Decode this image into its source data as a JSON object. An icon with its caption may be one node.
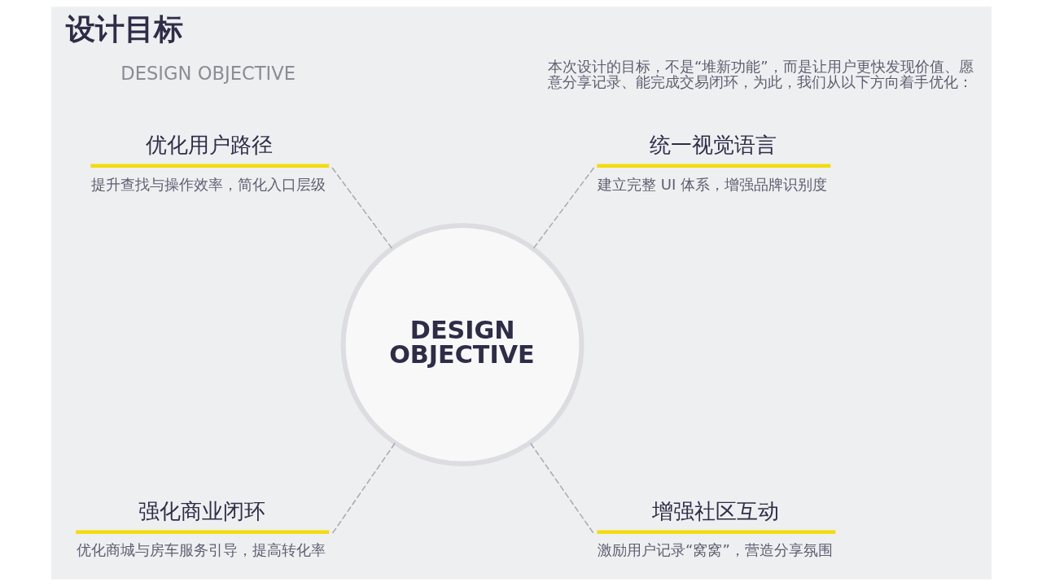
{
  "diagram": {
    "title": "设计目标",
    "nodes": [
      {
        "text": [
          "优化用户路径",
          "提升查找与操作效率，简化入口层级"
        ]
      },
      {
        "text": [
          "统一视觉语言",
          "建立完整 UI 体系，增强品牌识别度"
        ]
      },
      {
        "text": [
          "DESIGN OBJECTIVE"
        ]
      },
      {
        "text": [
          "强化商业闭环",
          "优化商城与房车服务引导，提高转化率"
        ]
      },
      {
        "text": [
          "增强社区互动",
          "激励用户记录“窝窝”，营造分享氛围"
        ]
      }
    ],
    "edges": [
      {
        "from": 0,
        "to": 2,
        "arrow": "none",
        "style": "dashed"
      },
      {
        "from": 1,
        "to": 2,
        "arrow": "none",
        "style": "dashed"
      },
      {
        "from": 2,
        "to": 3,
        "arrow": "none",
        "style": "dashed"
      },
      {
        "from": 2,
        "to": 4,
        "arrow": "none",
        "style": "dashed"
      }
    ],
    "labels": [
      "DESIGN OBJECTIVE",
      "本次设计的目标，不是“堆新功能”，而是让用户更快发现价值、愿意分享记录、能完成交易闭环，为此，我们从以下方向着手优化："
    ]
  }
}
